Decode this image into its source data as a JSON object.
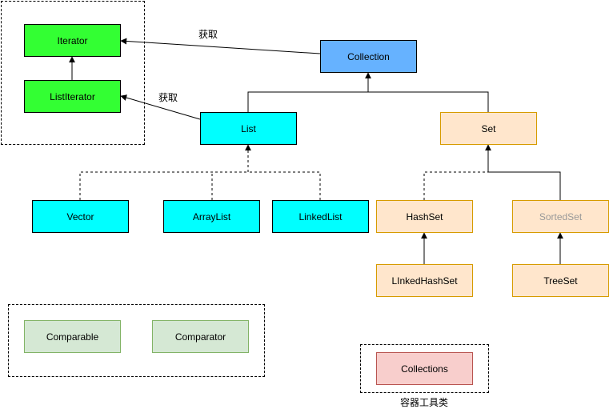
{
  "nodes": {
    "iterator": "Iterator",
    "list_iterator": "ListIterator",
    "collection": "Collection",
    "list": "List",
    "set": "Set",
    "vector": "Vector",
    "array_list": "ArrayList",
    "linked_list": "LinkedList",
    "hash_set": "HashSet",
    "sorted_set": "SortedSet",
    "linked_hash_set": "LInkedHashSet",
    "tree_set": "TreeSet",
    "comparable": "Comparable",
    "comparator": "Comparator",
    "collections": "Collections"
  },
  "edge_labels": {
    "collection_to_iterator": "获取",
    "list_to_list_iterator": "获取"
  },
  "group_labels": {
    "tools": "容器工具类"
  },
  "colors": {
    "interface_green": "#33ff33",
    "collection_blue": "#66b2ff",
    "list_cyan": "#00ffff",
    "set_orange_fill": "#ffe6cc",
    "set_orange_border": "#d79b00",
    "comparator_green_fill": "#d5e8d4",
    "comparator_green_border": "#82b366",
    "collections_red_fill": "#f8cecc",
    "collections_red_border": "#b85450"
  }
}
